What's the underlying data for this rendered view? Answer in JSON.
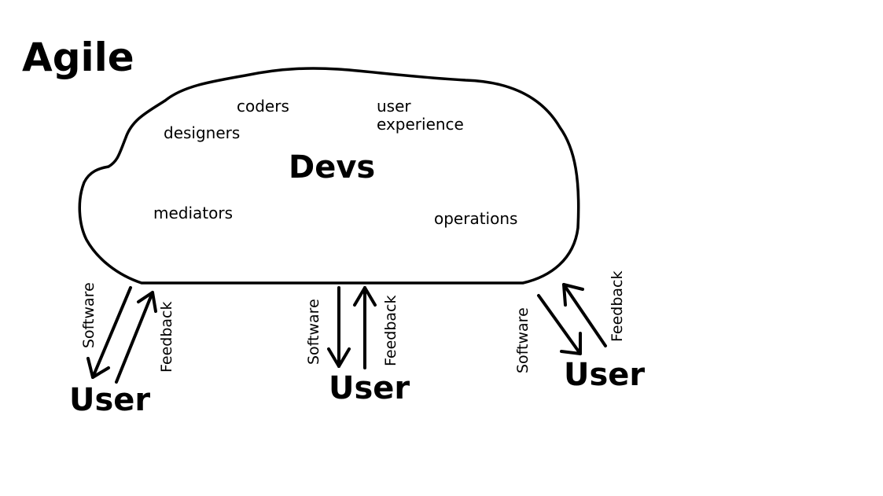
{
  "diagram": {
    "title": "Agile",
    "center_label": "Devs",
    "roles": [
      "coders",
      "user",
      "experience",
      "designers",
      "mediators",
      "operations"
    ],
    "flows": [
      {
        "software_label": "Software",
        "feedback_label": "Feedback",
        "user_label": "User"
      },
      {
        "software_label": "Software",
        "feedback_label": "Feedback",
        "user_label": "User"
      },
      {
        "software_label": "Software",
        "feedback_label": "Feedback",
        "user_label": "User"
      }
    ],
    "colors": {
      "ink": "#000000",
      "background": "#ffffff"
    }
  }
}
